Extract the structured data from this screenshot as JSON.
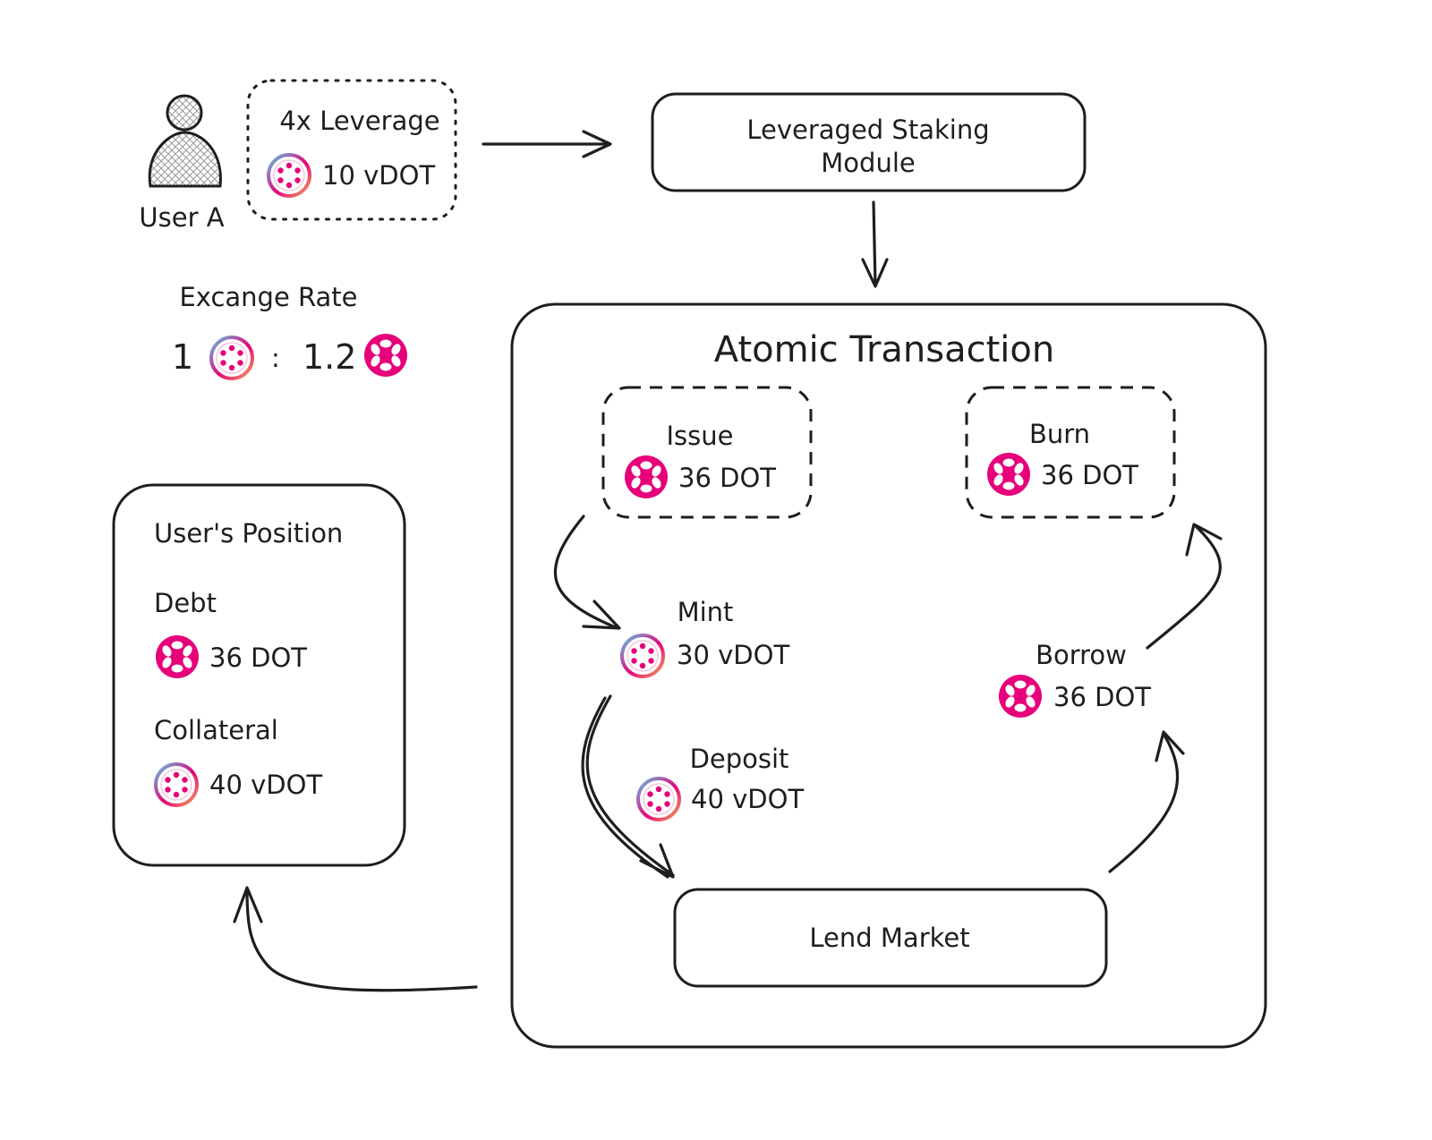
{
  "user": {
    "label": "User A"
  },
  "leverage": {
    "title": "4x Leverage",
    "amount": "10 vDOT"
  },
  "module": {
    "line1": "Leveraged Staking",
    "line2": "Module"
  },
  "exchange": {
    "title": "Excange Rate",
    "left": "1",
    "sep": ":",
    "right": "1.2"
  },
  "atomic": {
    "title": "Atomic Transaction",
    "issue": {
      "label": "Issue",
      "amount": "36 DOT"
    },
    "burn": {
      "label": "Burn",
      "amount": "36 DOT"
    },
    "mint": {
      "label": "Mint",
      "amount": "30 vDOT"
    },
    "deposit": {
      "label": "Deposit",
      "amount": "40 vDOT"
    },
    "borrow": {
      "label": "Borrow",
      "amount": "36 DOT"
    },
    "market": {
      "label": "Lend Market"
    }
  },
  "position": {
    "title": "User's Position",
    "debt_label": "Debt",
    "debt_amount": "36 DOT",
    "collateral_label": "Collateral",
    "collateral_amount": "40 vDOT"
  },
  "icons": {
    "dot": "polkadot-dot-icon",
    "vdot": "vdot-token-icon",
    "user": "user-icon"
  },
  "colors": {
    "dot_pink": "#e6007a",
    "vdot_gradient": [
      "#5ec8e5",
      "#e6007a",
      "#f2a65a"
    ],
    "module_fill": "#c9f0d6"
  }
}
